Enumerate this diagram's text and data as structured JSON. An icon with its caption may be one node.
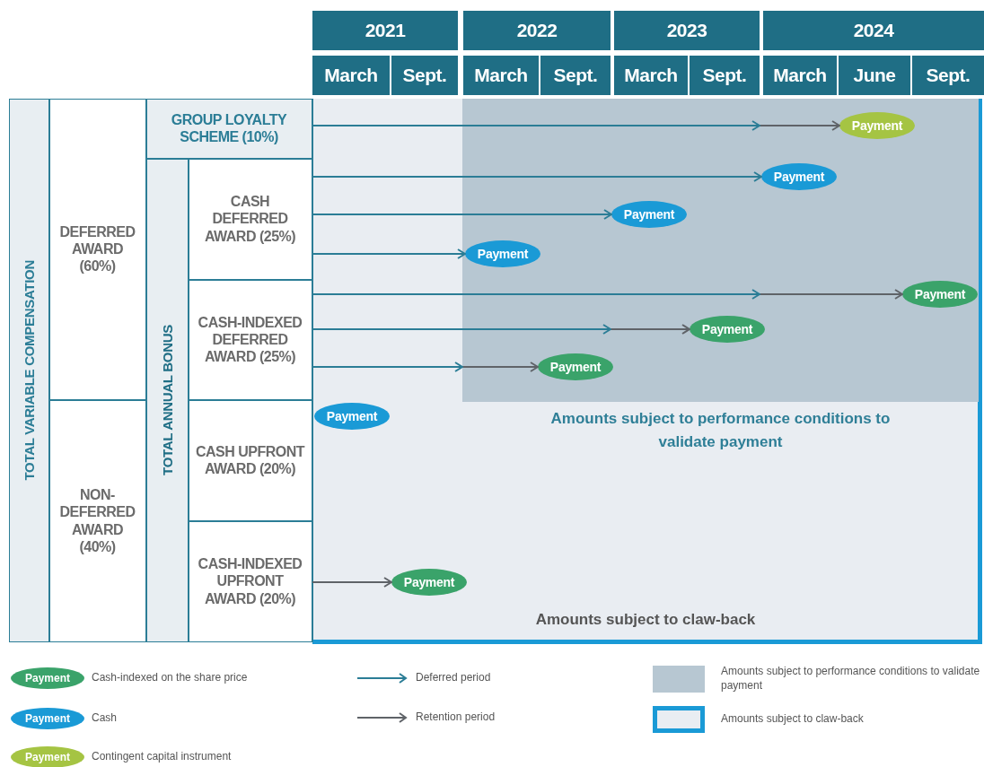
{
  "diagram": {
    "nodes": [
      {
        "text": [
          "TOTAL VARIABLE COMPENSATION"
        ]
      },
      {
        "text": [
          "DEFERRED AWARD (60%)"
        ]
      },
      {
        "text": [
          "NON-DEFERRED AWARD (40%)"
        ]
      },
      {
        "text": [
          "GROUP LOYALTY SCHEME (10%)"
        ]
      },
      {
        "text": [
          "TOTAL ANNUAL BONUS"
        ]
      },
      {
        "text": [
          "CASH DEFERRED AWARD (25%)"
        ]
      },
      {
        "text": [
          "CASH-INDEXED DEFERRED AWARD (25%)"
        ]
      },
      {
        "text": [
          "CASH UPFRONT AWARD (20%)"
        ]
      },
      {
        "text": [
          "CASH-INDEXED UPFRONT AWARD (20%)"
        ]
      },
      {
        "text": [
          "Amounts subject to claw-back"
        ]
      },
      {
        "text": [
          "Amounts subject to performance conditions to validate payment"
        ],
        "in": 9
      },
      {
        "text": [
          "Payment"
        ],
        "in": 10
      },
      {
        "text": [
          "Payment"
        ],
        "in": 10
      },
      {
        "text": [
          "Payment"
        ],
        "in": 10
      },
      {
        "text": [
          "Payment"
        ],
        "in": 10
      },
      {
        "text": [
          "Payment"
        ],
        "in": 10
      },
      {
        "text": [
          "Payment"
        ],
        "in": 10
      },
      {
        "text": [
          "Payment"
        ],
        "in": 10
      },
      {
        "text": [
          "Payment"
        ],
        "in": 9
      },
      {
        "text": [
          "Payment"
        ],
        "in": 9
      }
    ],
    "edges": [
      {
        "from": 3,
        "to": 11,
        "arrow": "to"
      },
      {
        "from": 5,
        "to": 12,
        "arrow": "to"
      },
      {
        "from": 5,
        "to": 13,
        "arrow": "to"
      },
      {
        "from": 5,
        "to": 14,
        "arrow": "to"
      },
      {
        "from": 6,
        "to": 15,
        "arrow": "to"
      },
      {
        "from": 6,
        "to": 16,
        "arrow": "to"
      },
      {
        "from": 6,
        "to": 17,
        "arrow": "to"
      },
      {
        "from": 8,
        "to": 19,
        "arrow": "to",
        "color": "#5f6368"
      }
    ],
    "labels": [
      "2021",
      "2022",
      "2023",
      "2024",
      "March",
      "Sept.",
      "March",
      "Sept.",
      "March",
      "Sept.",
      "March",
      "June",
      "Sept.",
      "Payment",
      "Payment",
      "Payment"
    ],
    "legend": [
      {
        "text": "Cash-indexed on the share price",
        "color": "#3aa36a"
      },
      {
        "text": "Cash",
        "color": "#1a9ad6"
      },
      {
        "text": "Contingent capital instrument",
        "color": "#a5c443"
      },
      {
        "text": "Deferred period"
      },
      {
        "text": "Retention period"
      },
      {
        "text": "Amounts subject to performance conditions to validate payment",
        "color": "#b7c7d2"
      },
      {
        "text": "Amounts subject to claw-back"
      }
    ]
  }
}
